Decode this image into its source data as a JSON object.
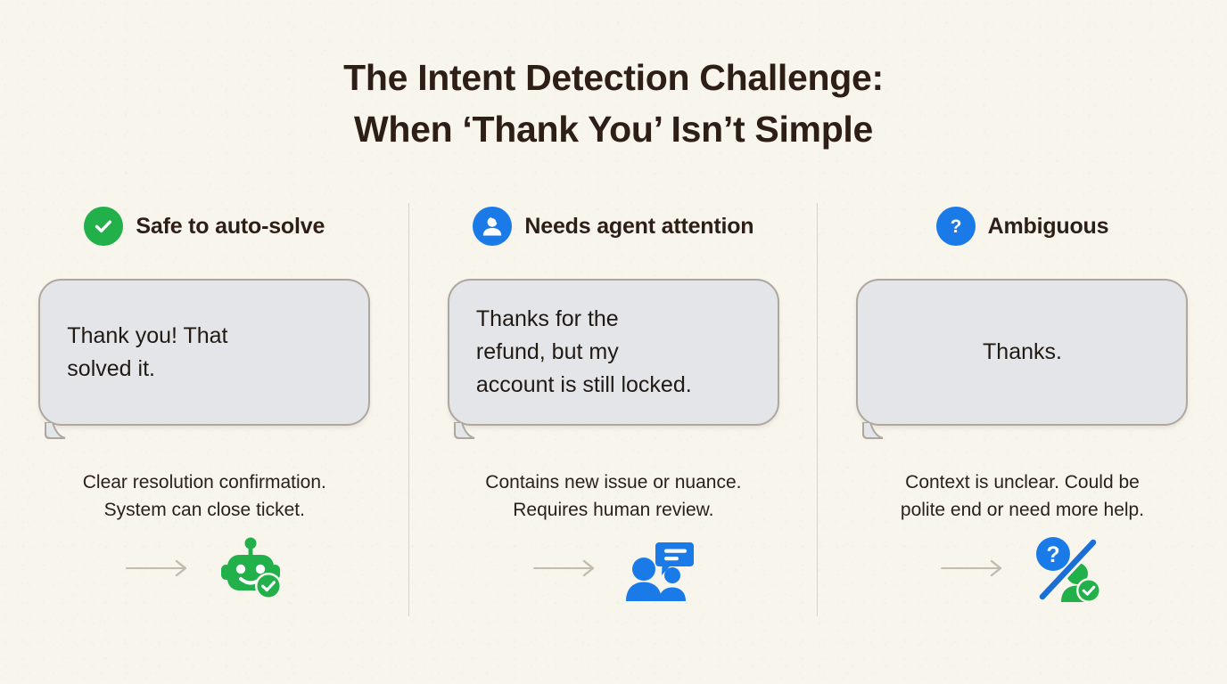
{
  "canvas": {
    "background_color": "#f8f5ed",
    "title_color": "#2e1f16",
    "divider_color": "#d8d2c4",
    "bubble_fill": "#e3e5e9",
    "bubble_border": "#aea79f",
    "green": "#21b04a",
    "blue": "#1a7ae8",
    "arrow_color": "#c3bbac"
  },
  "title": {
    "line1": "The Intent Detection Challenge:",
    "line2": "When ‘Thank You’ Isn’t Simple"
  },
  "columns": [
    {
      "id": "safe-to-auto-solve",
      "badge_icon": "check-circle-icon",
      "badge_color": "#21b04a",
      "header": "Safe to auto-solve",
      "message": "Thank you! That\nsolved it.",
      "message_align": "left",
      "caption": "Clear resolution confirmation.\nSystem can close ticket.",
      "footer_icon": "robot-check-icon",
      "footer_icon_color": "#21b04a",
      "arrow_icon": "arrow-right-icon"
    },
    {
      "id": "needs-agent-attention",
      "badge_icon": "agent-headset-icon",
      "badge_color": "#1a7ae8",
      "header": "Needs agent attention",
      "message": "Thanks for the\nrefund, but my\naccount is still locked.",
      "message_align": "left",
      "caption": "Contains new issue or nuance.\nRequires human review.",
      "footer_icon": "people-chat-icon",
      "footer_icon_color": "#1a7ae8",
      "arrow_icon": "arrow-right-icon"
    },
    {
      "id": "ambiguous",
      "badge_icon": "question-circle-icon",
      "badge_color": "#1a7ae8",
      "header": "Ambiguous",
      "message": "Thanks.",
      "message_align": "center",
      "caption": "Context is unclear. Could be\npolite end or need more help.",
      "footer_icon": "question-slash-person-check-icon",
      "footer_icon_color": "#1a7ae8",
      "arrow_icon": "arrow-right-icon"
    }
  ]
}
